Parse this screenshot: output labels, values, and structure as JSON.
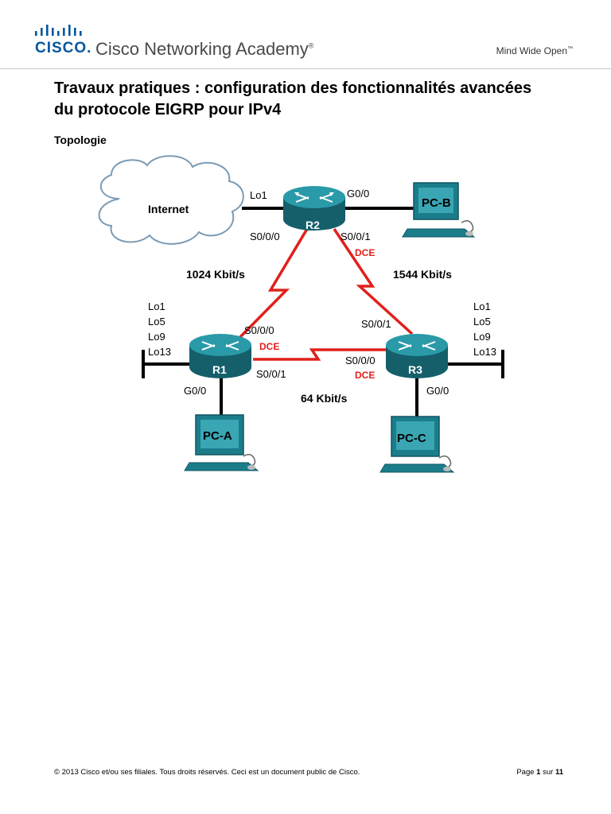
{
  "header": {
    "brand": "CISCO.",
    "product": "Cisco Networking Academy",
    "trademark": "®",
    "tagline": "Mind Wide Open",
    "tagline_tm": "™"
  },
  "title": {
    "line1": "Travaux pratiques : configuration des fonctionnalités avancées",
    "line2": "du protocole EIGRP pour IPv4"
  },
  "section": {
    "heading": "Topologie"
  },
  "topology": {
    "cloud": "Internet",
    "r2_lo": "Lo1",
    "r2_g": "G0/0",
    "r2_s000": "S0/0/0",
    "r2_s001": "S0/0/1",
    "r2_dce": "DCE",
    "routers": {
      "r1": "R1",
      "r2": "R2",
      "r3": "R3"
    },
    "pcs": {
      "pca": "PC-A",
      "pcb": "PC-B",
      "pcc": "PC-C"
    },
    "link_r1_r2": "1024 Kbit/s",
    "link_r2_r3": "1544 Kbit/s",
    "link_r1_r3": "64 Kbit/s",
    "r1_loopbacks": [
      "Lo1",
      "Lo5",
      "Lo9",
      "Lo13"
    ],
    "r3_loopbacks": [
      "Lo1",
      "Lo5",
      "Lo9",
      "Lo13"
    ],
    "r1_s000": "S0/0/0",
    "r1_dce": "DCE",
    "r1_s001": "S0/0/1",
    "r1_g": "G0/0",
    "r3_s001": "S0/0/1",
    "r3_s000": "S0/0/0",
    "r3_dce": "DCE",
    "r3_g": "G0/0"
  },
  "footer": {
    "copyright": "© 2013 Cisco et/ou ses filiales. Tous droits réservés. Ceci est un document public de Cisco.",
    "page_word": "Page",
    "page_num": "1",
    "page_of": "sur",
    "page_total": "11"
  },
  "colors": {
    "cisco_blue": "#04579c",
    "router_teal": "#1b7d8a",
    "serial_red": "#e0201b"
  }
}
